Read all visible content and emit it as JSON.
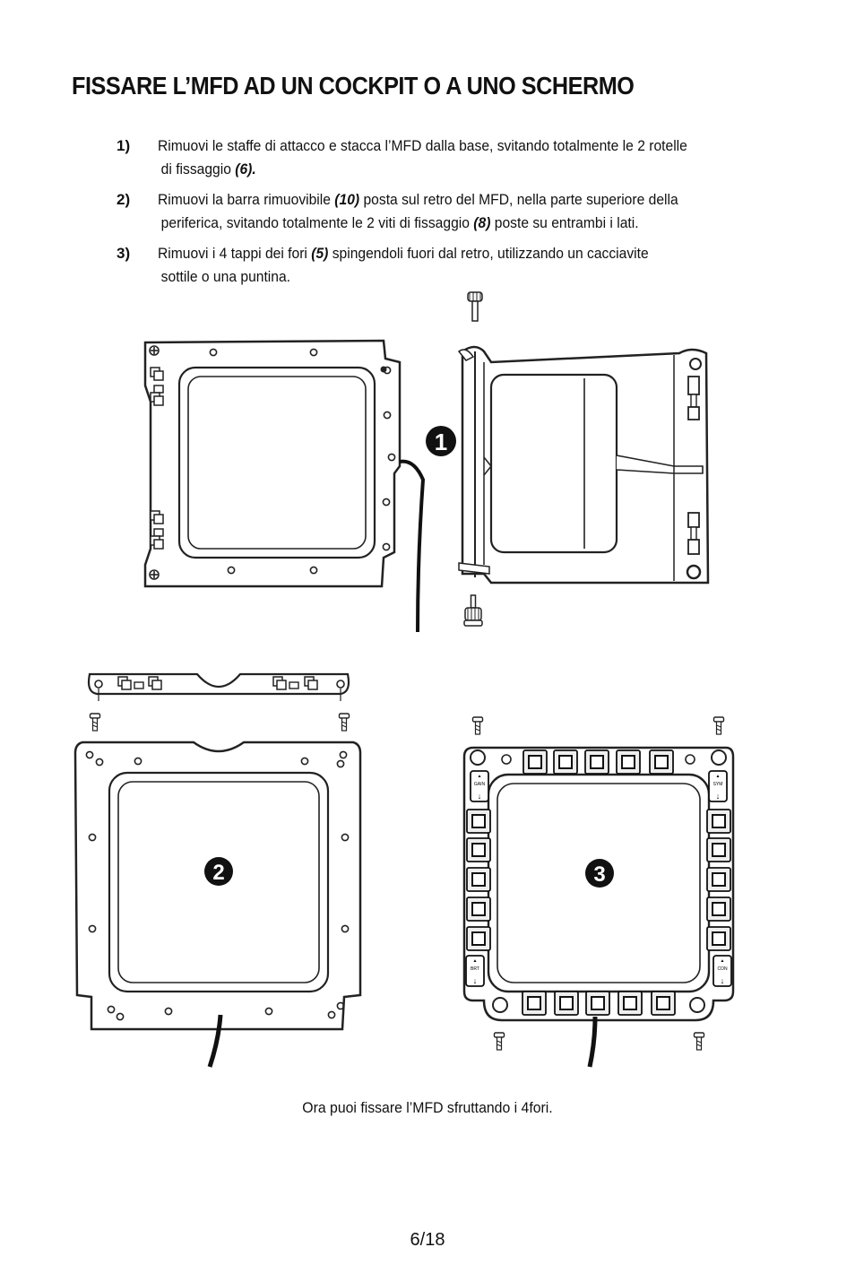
{
  "heading": "FISSARE L’MFD AD UN COCKPIT O A UNO SCHERMO",
  "steps": [
    {
      "num": "1)",
      "line1": "Rimuovi le staffe di attacco e stacca l’MFD dalla base, svitando totalmente le 2 rotelle",
      "line2_pre": "di fissaggio ",
      "ref": "(6)",
      "line2_post": "."
    },
    {
      "num": "2)",
      "line1_pre": "Rimuovi la barra rimuovibile ",
      "ref1": "(10)",
      "line1_post": " posta sul retro del MFD, nella parte superiore della",
      "line2_pre": "periferica, svitando totalmente le 2 viti di fissaggio ",
      "ref2": "(8)",
      "line2_post": " poste su entrambi i lati."
    },
    {
      "num": "3)",
      "line1_pre": "Rimuovi i 4 tappi dei fori ",
      "ref": "(5)",
      "line1_post": " spingendoli fuori dal retro, utilizzando un cacciavite",
      "line2": "sottile o una puntina."
    }
  ],
  "figure": {
    "callouts": [
      "1",
      "2",
      "3"
    ],
    "button_labels": [
      "GAIN",
      "SYM",
      "BRT",
      "CON"
    ],
    "arrow_glyphs": {
      "up": "▲",
      "down": "↓"
    }
  },
  "caption": "Ora puoi fissare l’MFD sfruttando i 4fori.",
  "page_number": "6/18"
}
